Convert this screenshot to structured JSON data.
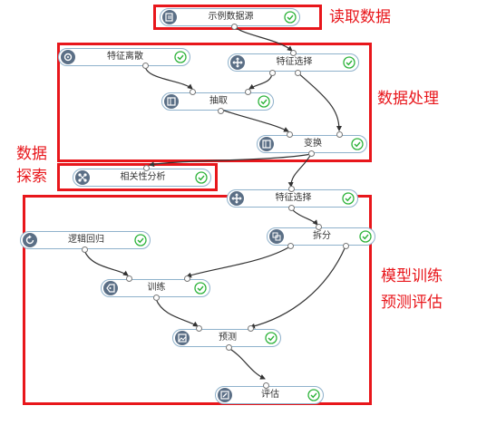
{
  "nodes": {
    "source": {
      "label": "示例数据源",
      "icon": "data-source-icon"
    },
    "discretize": {
      "label": "特征离散",
      "icon": "gear-icon"
    },
    "select1": {
      "label": "特征选择",
      "icon": "move-arrows-icon"
    },
    "sample": {
      "label": "抽取",
      "icon": "grid-icon"
    },
    "transform": {
      "label": "变换",
      "icon": "grid-icon"
    },
    "corr": {
      "label": "相关性分析",
      "icon": "network-icon"
    },
    "select2": {
      "label": "特征选择",
      "icon": "move-arrows-icon"
    },
    "split": {
      "label": "拆分",
      "icon": "split-icon"
    },
    "logreg": {
      "label": "逻辑回归",
      "icon": "refresh-icon"
    },
    "train": {
      "label": "训练",
      "icon": "tag-icon"
    },
    "predict": {
      "label": "预测",
      "icon": "image-icon"
    },
    "evaluate": {
      "label": "评估",
      "icon": "edit-icon"
    }
  },
  "annotations": {
    "read": "读取数据",
    "process": "数据处理",
    "explore_line1": "数据",
    "explore_line2": "探索",
    "model_line1": "模型训练",
    "model_line2": "预测评估"
  },
  "colors": {
    "accent_red": "#e8161b",
    "node_border": "#8fb2cc",
    "icon_bg": "#5b6f86",
    "check_green": "#2db33a",
    "edge": "#333333"
  }
}
